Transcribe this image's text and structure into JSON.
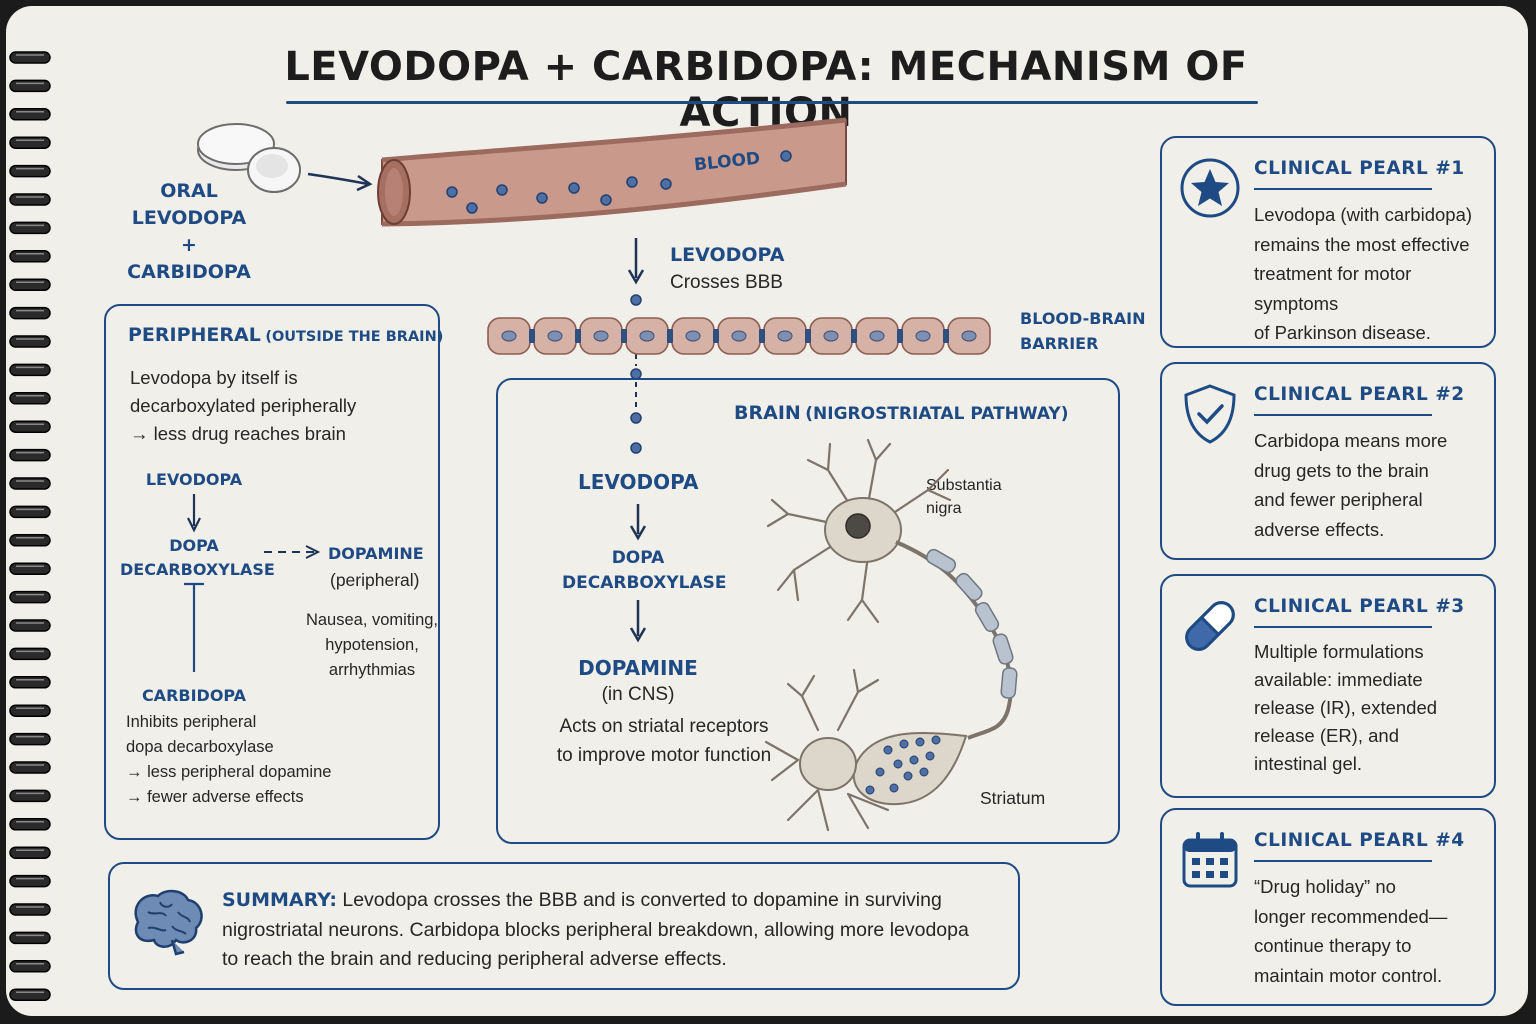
{
  "title": "LEVODOPA + CARBIDOPA: MECHANISM OF ACTION",
  "oral": {
    "line1": "ORAL",
    "line2": "LEVODOPA +",
    "line3": "CARBIDOPA"
  },
  "blood_label": "BLOOD",
  "bbb_cross": {
    "title": "LEVODOPA",
    "text": "Crosses BBB"
  },
  "bbb_label": {
    "line1": "BLOOD-BRAIN",
    "line2": "BARRIER"
  },
  "peripheral": {
    "heading": "PERIPHERAL",
    "subheading": "(OUTSIDE THE BRAIN)",
    "intro": [
      "Levodopa by itself is",
      "decarboxylated peripherally",
      "→ less drug reaches brain"
    ],
    "levodopa": "LEVODOPA",
    "enzyme": [
      "DOPA",
      "DECARBOXYLASE"
    ],
    "dopamine": "DOPAMINE",
    "dopamine_note": "(peripheral)",
    "effects": [
      "Nausea, vomiting,",
      "hypotension,",
      "arrhythmias"
    ],
    "carbidopa": "CARBIDOPA",
    "carbidopa_text": [
      "Inhibits peripheral",
      "dopa decarboxylase",
      "→ less peripheral dopamine",
      "→ fewer adverse effects"
    ]
  },
  "brain": {
    "heading": "BRAIN",
    "subheading": "(NIGROSTRIATAL PATHWAY)",
    "levodopa": "LEVODOPA",
    "enzyme": [
      "DOPA",
      "DECARBOXYLASE"
    ],
    "dopamine": "DOPAMINE",
    "dopamine_note": "(in CNS)",
    "action": [
      "Acts on striatal receptors",
      "to improve motor function"
    ],
    "substantia": [
      "Substantia",
      "nigra"
    ],
    "striatum": "Striatum"
  },
  "summary": {
    "label": "SUMMARY:",
    "line1": "Levodopa crosses the BBB and is converted to dopamine in surviving",
    "line2": "nigrostriatal neurons. Carbidopa blocks peripheral breakdown, allowing more levodopa",
    "line3": "to reach the brain and reducing peripheral adverse effects."
  },
  "pearls": [
    {
      "title": "CLINICAL PEARL #1",
      "icon": "star-icon",
      "lines": [
        "Levodopa (with carbidopa)",
        "remains the most effective",
        "treatment for motor symptoms",
        "of Parkinson disease."
      ]
    },
    {
      "title": "CLINICAL PEARL #2",
      "icon": "shield-check-icon",
      "lines": [
        "Carbidopa means more",
        "drug gets to the brain",
        "and fewer peripheral",
        "adverse effects."
      ]
    },
    {
      "title": "CLINICAL PEARL #3",
      "icon": "capsule-icon",
      "lines": [
        "Multiple formulations",
        "available: immediate",
        "release (IR), extended",
        "release (ER), and",
        "intestinal gel."
      ]
    },
    {
      "title": "CLINICAL PEARL #4",
      "icon": "calendar-icon",
      "lines": [
        "“Drug holiday” no",
        "longer recommended—",
        "continue therapy to",
        "maintain motor control."
      ]
    }
  ],
  "colors": {
    "accent": "#1f4b84",
    "paper": "#f1efe9",
    "vessel": "#c99a8c",
    "ink": "#262626"
  }
}
